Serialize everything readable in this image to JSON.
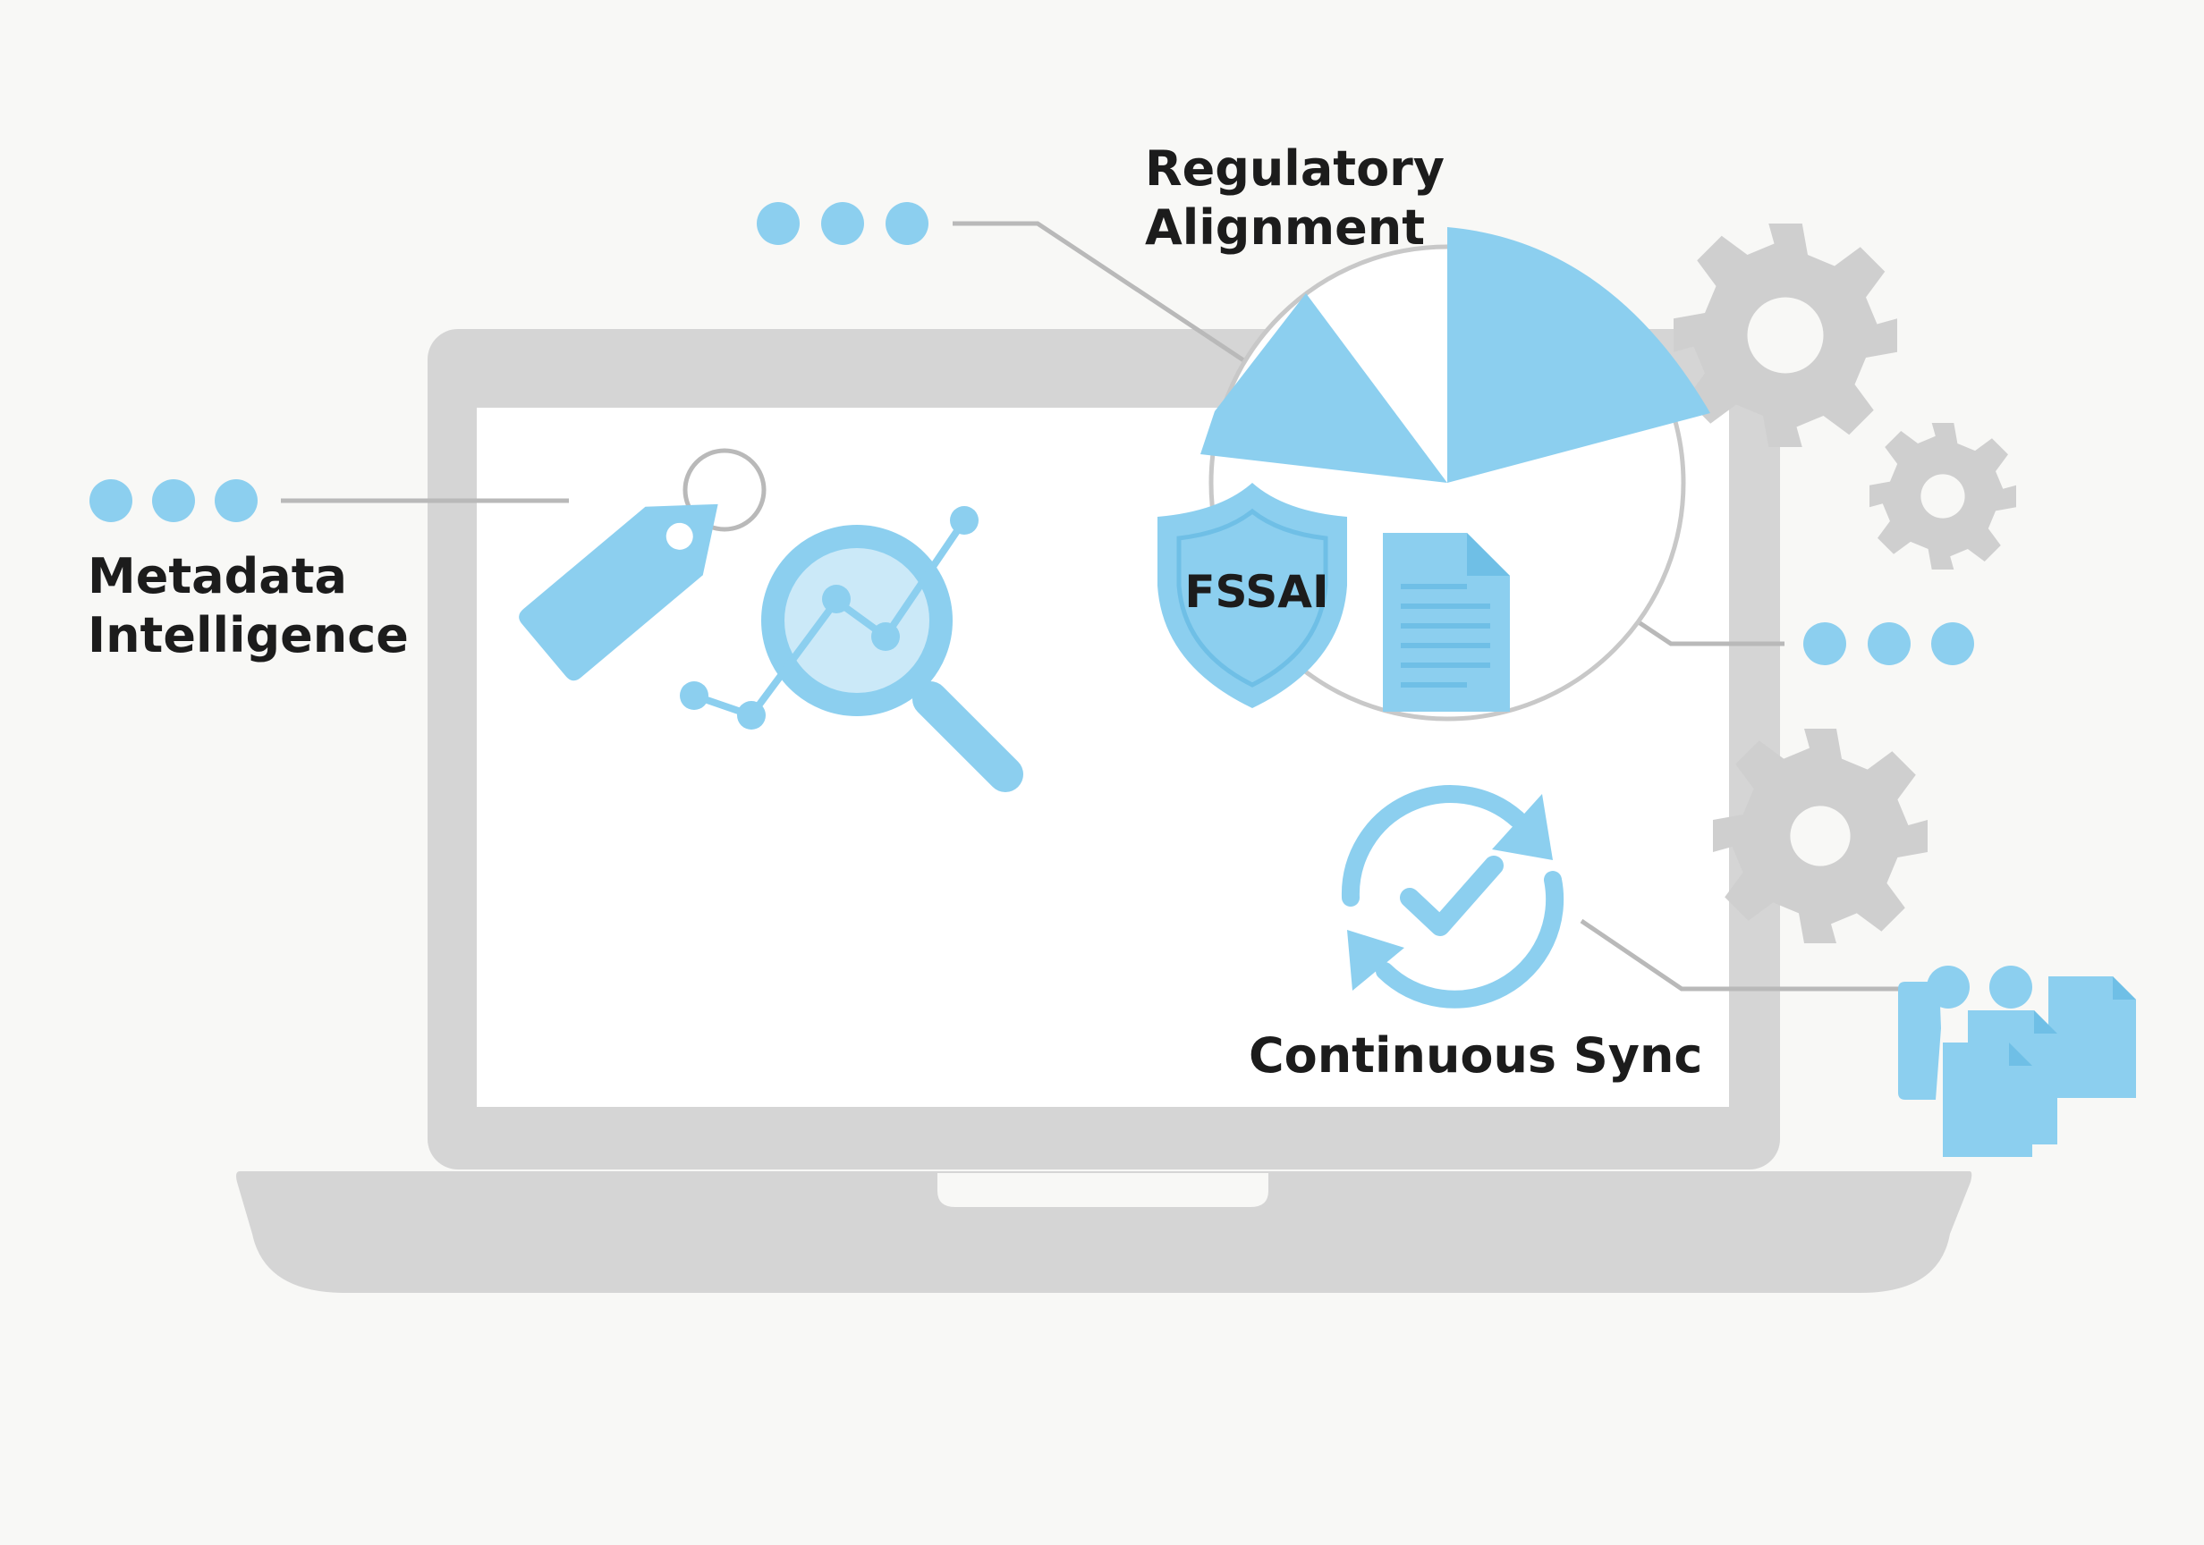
{
  "labels": {
    "metadata": [
      "Metadata",
      "Intelligence"
    ],
    "regulatory": [
      "Regulatory",
      "Alignment"
    ],
    "sync": "Continuous Sync",
    "shield": "FSSAI"
  },
  "icons": [
    "laptop-icon",
    "price-tag-icon",
    "magnifier-chart-icon",
    "pie-chart-icon",
    "shield-icon",
    "document-icon",
    "sync-check-icon",
    "gear-icon",
    "stacked-files-icon",
    "dots-icon"
  ],
  "colors": {
    "background": "#f8f8f6",
    "laptop": "#d5d5d5",
    "screen": "#ffffff",
    "accent_blue": "#8ccfef",
    "accent_blue_dark": "#6fbfe6",
    "gear": "#cfcfcf",
    "connector": "#b9b9b9",
    "text": "#1c1c1c"
  }
}
